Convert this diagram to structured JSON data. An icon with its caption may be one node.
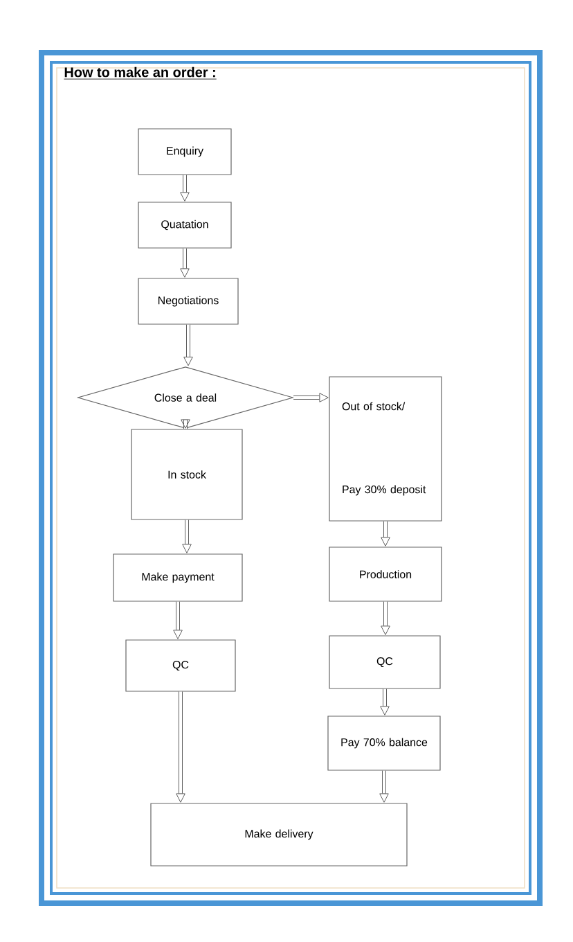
{
  "diagram": {
    "title": "How to make an order :",
    "nodes": [
      {
        "text": [
          "Enquiry"
        ]
      },
      {
        "text": [
          "Quatation"
        ]
      },
      {
        "text": [
          "Negotiations"
        ]
      },
      {
        "text": [
          "Close a deal"
        ]
      },
      {
        "text": [
          "Out of stock/",
          "Pay 30% deposit"
        ]
      },
      {
        "text": [
          "In stock"
        ]
      },
      {
        "text": [
          "Make payment"
        ]
      },
      {
        "text": [
          "Production"
        ]
      },
      {
        "text": [
          "QC"
        ]
      },
      {
        "text": [
          "QC"
        ]
      },
      {
        "text": [
          "Pay 70% balance"
        ]
      },
      {
        "text": [
          "Make delivery"
        ]
      }
    ],
    "edges": [
      {
        "from": 0,
        "to": 1,
        "arrow": "to"
      },
      {
        "from": 1,
        "to": 2,
        "arrow": "to"
      },
      {
        "from": 2,
        "to": 3,
        "arrow": "to"
      },
      {
        "from": 3,
        "to": 4,
        "arrow": "to"
      },
      {
        "from": 3,
        "to": 5,
        "arrow": "to"
      },
      {
        "from": 5,
        "to": 6,
        "arrow": "to"
      },
      {
        "from": 4,
        "to": 7,
        "arrow": "to"
      },
      {
        "from": 6,
        "to": 8,
        "arrow": "to"
      },
      {
        "from": 7,
        "to": 9,
        "arrow": "to"
      },
      {
        "from": 9,
        "to": 10,
        "arrow": "to"
      },
      {
        "from": 8,
        "to": 11,
        "arrow": "to"
      },
      {
        "from": 10,
        "to": 11,
        "arrow": "to"
      }
    ]
  }
}
